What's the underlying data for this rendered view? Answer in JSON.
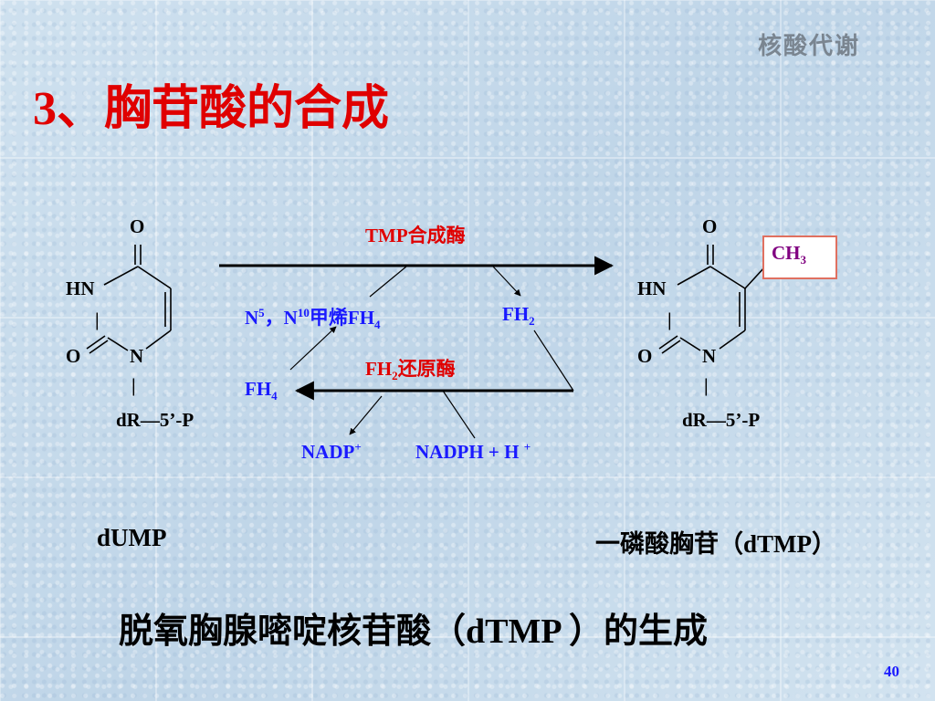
{
  "header_tag": "核酸代谢",
  "title": "3、胸苷酸的合成",
  "left_structure": {
    "O_top": "O",
    "HN": "HN",
    "O_left": "O",
    "N": "N",
    "bar": "|",
    "sugar": "dR—5’-P"
  },
  "right_structure": {
    "O_top": "O",
    "HN": "HN",
    "O_left": "O",
    "N": "N",
    "bar": "|",
    "sugar": "dR—5’-P",
    "methyl": "CH",
    "methyl_sub": "3"
  },
  "reaction": {
    "enzyme1": "TMP合成酶",
    "cofactor_in_a": "N",
    "cofactor_in_sup1": "5",
    "cofactor_in_b": "，N",
    "cofactor_in_sup2": "10",
    "cofactor_in_c": "甲烯FH",
    "cofactor_in_sub": "4",
    "cofactor_out": "FH",
    "cofactor_out_sub": "2",
    "enzyme2": "FH",
    "enzyme2_sub": "2",
    "enzyme2_rest": "还原酶",
    "fh4": "FH",
    "fh4_sub": "4",
    "nadp": "NADP",
    "nadp_sup": "+",
    "nadph": "NADPH + H",
    "nadph_sup": "+"
  },
  "dump_label": "dUMP",
  "dtmp_label": "一磷酸胸苷（dTMP）",
  "caption": "脱氧胸腺嘧啶核苷酸（dTMP ）的生成",
  "page_number": "40",
  "colors": {
    "title": "#e00000",
    "cofactor": "#1a1aff",
    "enzyme": "#e00000",
    "methyl": "#800080",
    "arrow": "#000000"
  }
}
